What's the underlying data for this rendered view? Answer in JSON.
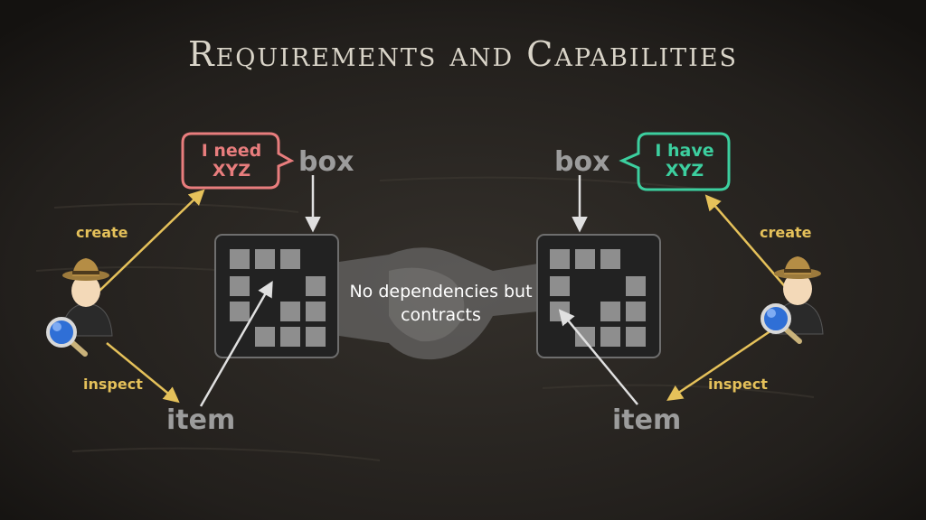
{
  "title": "Requirements and Capabilities",
  "left": {
    "bubble_text": "I need XYZ",
    "box_label": "box",
    "item_label": "item",
    "create_label": "create",
    "inspect_label": "inspect"
  },
  "right": {
    "bubble_text": "I have XYZ",
    "box_label": "box",
    "item_label": "item",
    "create_label": "create",
    "inspect_label": "inspect"
  },
  "center_text": "No dependencies but contracts",
  "colors": {
    "need_bubble": "#e87d7d",
    "have_bubble": "#3ccf9f",
    "arrow_gold": "#e5c15a",
    "arrow_white": "#e0e0e0"
  },
  "icons": [
    "inspector-user-icon",
    "handshake-icon",
    "magnifier-icon"
  ]
}
